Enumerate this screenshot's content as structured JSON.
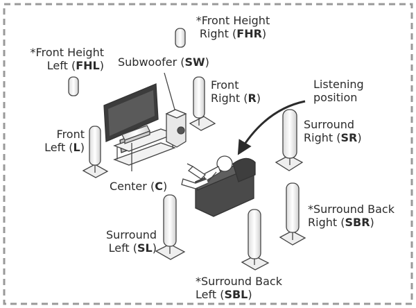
{
  "labels": {
    "fhr": {
      "l1": "*Front Height",
      "l2": "Right (",
      "abbr": "FHR",
      "close": ")"
    },
    "fhl": {
      "l1": "*Front Height",
      "l2": "Left (",
      "abbr": "FHL",
      "close": ")"
    },
    "sw": {
      "l1": "Subwoofer (",
      "abbr": "SW",
      "close": ")"
    },
    "r": {
      "l1": "Front",
      "l2": "Right (",
      "abbr": "R",
      "close": ")"
    },
    "lp": {
      "l1": "Listening",
      "l2": "position"
    },
    "l": {
      "l1": "Front",
      "l2": "Left (",
      "abbr": "L",
      "close": ")"
    },
    "sr": {
      "l1": "Surround",
      "l2": "Right (",
      "abbr": "SR",
      "close": ")"
    },
    "c": {
      "l1": "Center (",
      "abbr": "C",
      "close": ")"
    },
    "sbr": {
      "l1": "*Surround Back",
      "l2": "Right (",
      "abbr": "SBR",
      "close": ")"
    },
    "sl": {
      "l1": "Surround",
      "l2": "Left (",
      "abbr": "SL",
      "close": ")"
    },
    "sbl": {
      "l1": "*Surround Back",
      "l2": "Left (",
      "abbr": "SBL",
      "close": ")"
    }
  },
  "colors": {
    "border": "#9a9a9a",
    "line": "#444444",
    "speaker_fill": "#f4f4f4",
    "tv_screen": "#3c3c3c",
    "sofa": "#4a4a4a"
  }
}
